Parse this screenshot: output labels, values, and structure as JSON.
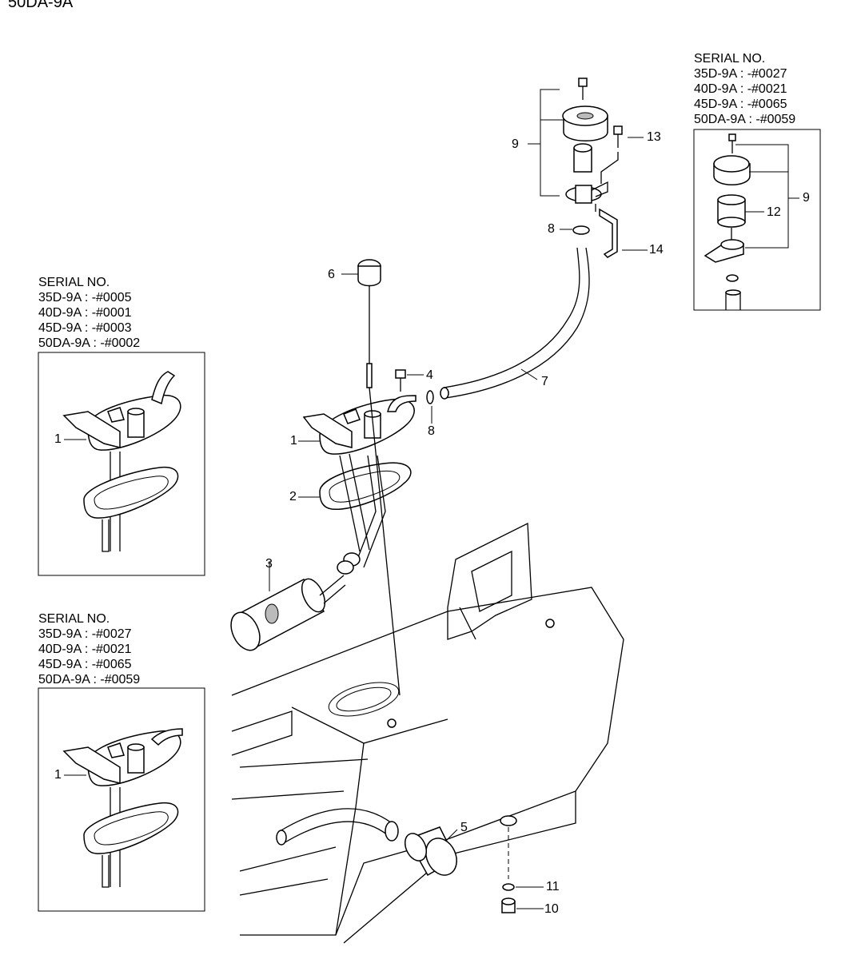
{
  "model_title": "50DA-9A",
  "serial_blocks": [
    {
      "heading": "SERIAL NO.",
      "lines": [
        "35D-9A : -#0027",
        "40D-9A : -#0021",
        "45D-9A : -#0065",
        "50DA-9A : -#0059"
      ]
    },
    {
      "heading": "SERIAL NO.",
      "lines": [
        "35D-9A : -#0005",
        "40D-9A : -#0001",
        "45D-9A : -#0003",
        "50DA-9A : -#0002"
      ]
    },
    {
      "heading": "SERIAL NO.",
      "lines": [
        "35D-9A : -#0027",
        "40D-9A : -#0021",
        "45D-9A : -#0065",
        "50DA-9A : -#0059"
      ]
    }
  ],
  "callouts": {
    "c1_main": "1",
    "c1_inset_a": "1",
    "c1_inset_b": "1",
    "c2": "2",
    "c3": "3",
    "c4": "4",
    "c5": "5",
    "c6": "6",
    "c7": "7",
    "c8_upper": "8",
    "c8_lower": "8",
    "c9_main": "9",
    "c9_inset": "9",
    "c10": "10",
    "c11": "11",
    "c12": "12",
    "c13": "13",
    "c14": "14"
  }
}
